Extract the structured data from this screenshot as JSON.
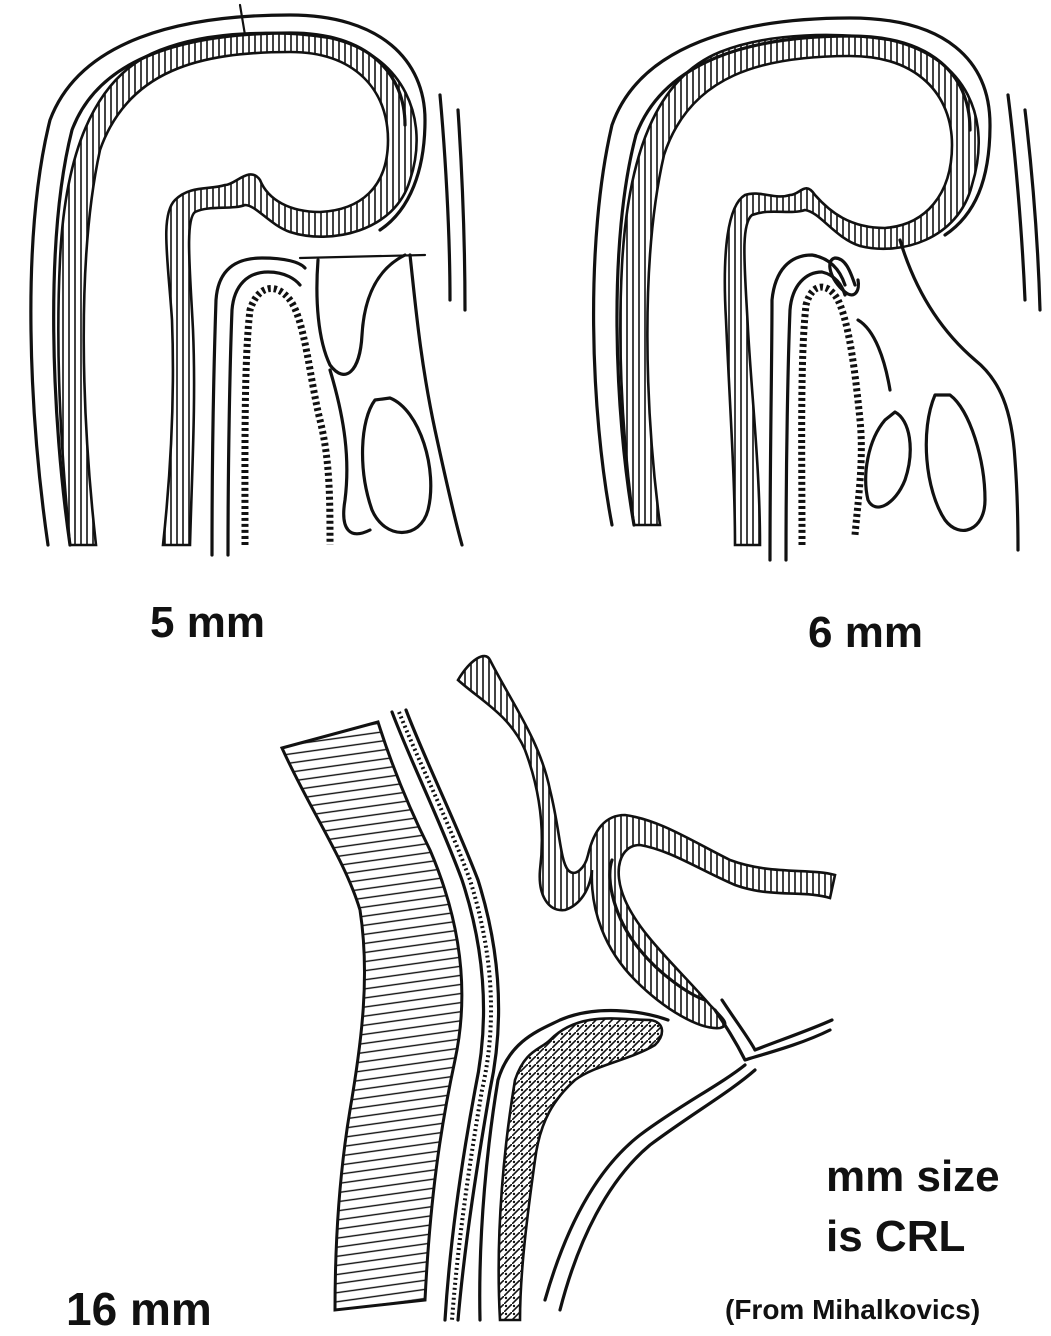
{
  "panels": [
    {
      "id": "stage-5",
      "label": "5 mm"
    },
    {
      "id": "stage-6",
      "label": "6 mm"
    },
    {
      "id": "stage-16",
      "label": "16 mm"
    }
  ],
  "note": {
    "line1": "mm size",
    "line2": "is CRL"
  },
  "credit": "(From Mihalkovics)",
  "colors": {
    "ink": "#111111",
    "background": "#ffffff"
  }
}
